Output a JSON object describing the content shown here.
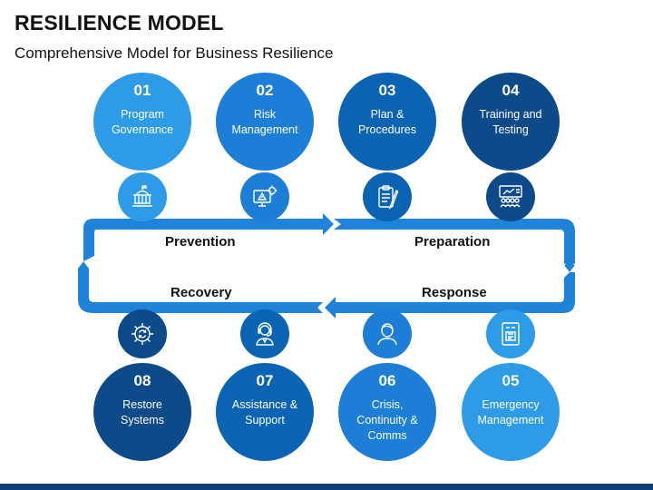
{
  "title": "RESILIENCE MODEL",
  "subtitle": "Comprehensive Model for Business Resilience",
  "colors": {
    "light": "#2e9be8",
    "mid": "#1c7ed6",
    "deep": "#0b63b3",
    "dark": "#0d4a8a",
    "band": "#1f83d9",
    "band_dark": "#0e5aa7",
    "footer": "#0f3f78"
  },
  "steps": [
    {
      "num": "01",
      "label": "Program Governance",
      "icon": "government-building-icon"
    },
    {
      "num": "02",
      "label": "Risk Management",
      "icon": "risk-monitor-gear-icon"
    },
    {
      "num": "03",
      "label": "Plan & Procedures",
      "icon": "clipboard-pen-icon"
    },
    {
      "num": "04",
      "label": "Training and Testing",
      "icon": "training-presentation-icon"
    },
    {
      "num": "05",
      "label": "Emergency Management",
      "icon": "emergency-board-icon"
    },
    {
      "num": "06",
      "label": "Crisis, Continuity & Comms",
      "icon": "person-icon"
    },
    {
      "num": "07",
      "label": "Assistance & Support",
      "icon": "support-headset-icon"
    },
    {
      "num": "08",
      "label": "Restore Systems",
      "icon": "gear-refresh-icon"
    }
  ],
  "phases": {
    "prevention": "Prevention",
    "preparation": "Preparation",
    "recovery": "Recovery",
    "response": "Response"
  }
}
